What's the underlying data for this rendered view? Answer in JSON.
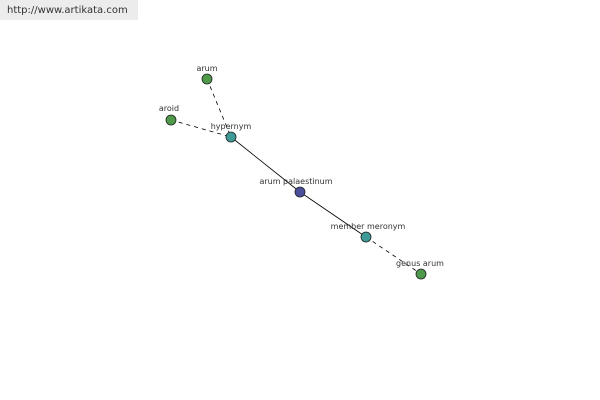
{
  "banner": {
    "url_text": "http://www.artikata.com"
  },
  "graph": {
    "colors": {
      "center": "#4a4f9a",
      "relation": "#3d9a96",
      "term": "#4e9a4a",
      "stroke": "#222222",
      "edge": "#000000"
    },
    "nodes": [
      {
        "id": "arum",
        "label": "arum",
        "kind": "term"
      },
      {
        "id": "aroid",
        "label": "aroid",
        "kind": "term"
      },
      {
        "id": "hypernym",
        "label": "hypernym",
        "kind": "relation"
      },
      {
        "id": "center",
        "label": "arum palaestinum",
        "kind": "center"
      },
      {
        "id": "meronym",
        "label": "member meronym",
        "kind": "relation"
      },
      {
        "id": "genus",
        "label": "genus arum",
        "kind": "term"
      }
    ],
    "edges": [
      {
        "from": "arum",
        "to": "hypernym",
        "style": "dashed"
      },
      {
        "from": "aroid",
        "to": "hypernym",
        "style": "dashed"
      },
      {
        "from": "hypernym",
        "to": "center",
        "style": "solid"
      },
      {
        "from": "center",
        "to": "meronym",
        "style": "solid"
      },
      {
        "from": "meronym",
        "to": "genus",
        "style": "dashed"
      }
    ]
  }
}
